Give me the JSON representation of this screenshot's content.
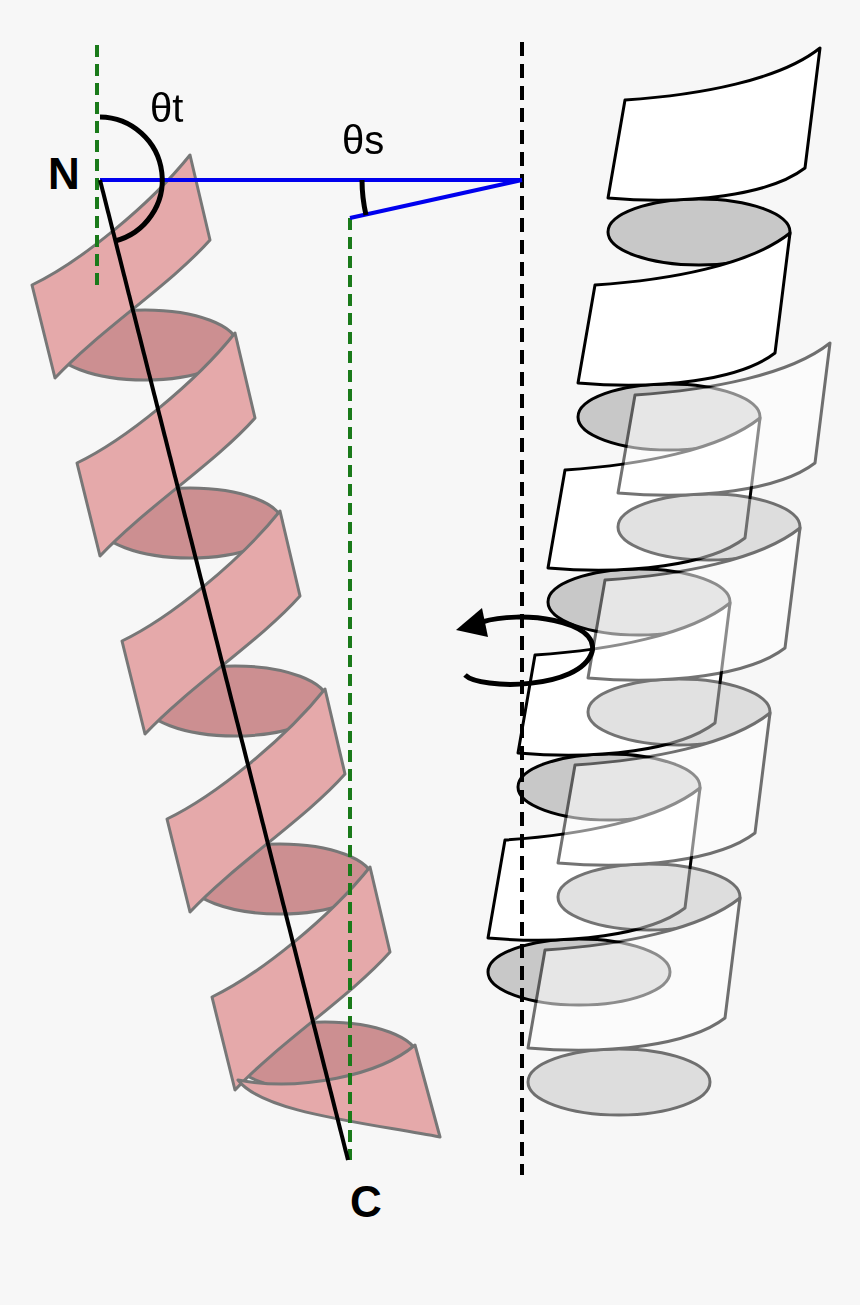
{
  "diagram": {
    "labels": [
      "θt",
      "θs",
      "N",
      "C"
    ]
  }
}
